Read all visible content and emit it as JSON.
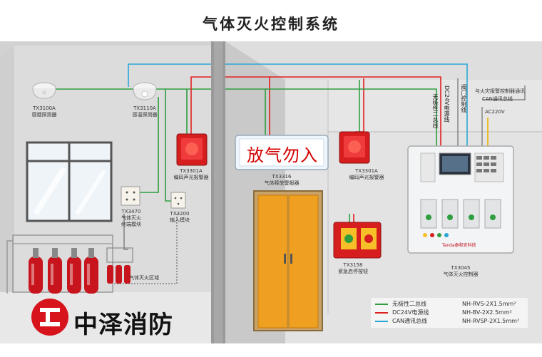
{
  "title": "气体灭火控制系统",
  "devices": {
    "smoke_detector": {
      "model": "TX3100A",
      "name": "感烟探测器"
    },
    "heat_detector": {
      "model": "TX3110A",
      "name": "感温探测器"
    },
    "alarm_left": {
      "model": "TX3301A",
      "name": "编码声光报警器"
    },
    "alarm_right": {
      "model": "TX3301A",
      "name": "编码声光报警器"
    },
    "extinguish_module": {
      "model": "TX3470",
      "name": "气体灭火",
      "name2": "终端模块"
    },
    "input_module": {
      "model": "TX3200",
      "name": "输入模块"
    },
    "release_sign": {
      "model": "TX3316",
      "name": "气体释放警报器",
      "text": "放气勿入"
    },
    "emergency_button": {
      "model": "TX3158",
      "name": "紧急启停按钮"
    },
    "controller": {
      "model": "TX3045",
      "name": "气体灭火控制器",
      "brand": "Tanda泰和安科技"
    }
  },
  "zone_label": "气体灭火区域",
  "wire_labels": {
    "bus": "无极性二总线",
    "dc24v": "DC24V电源线",
    "valve": "阀门控制线",
    "fire_link": "与火灾报警控制器通讯",
    "can": "CAN通讯总线",
    "ac": "AC220V"
  },
  "legend": [
    {
      "name": "无极性二总线",
      "spec": "NH-RVS-2X1.5mm²",
      "color": "#2e9e3e"
    },
    {
      "name": "DC24V电源线",
      "spec": "NH-BV-2X2.5mm²",
      "color": "#e02020"
    },
    {
      "name": "CAN通讯总线",
      "spec": "NH-RVSP-2X1.5mm²",
      "color": "#2aa7d8"
    }
  ],
  "logo": {
    "text": "中泽消防",
    "color": "#d7131c"
  },
  "colors": {
    "bus_green": "#2e9e3e",
    "power_red": "#e02020",
    "can_blue": "#2aa7d8",
    "ac_yellow": "#e8b400",
    "door_orange": "#f0a020",
    "cylinder_red": "#c8141c"
  }
}
